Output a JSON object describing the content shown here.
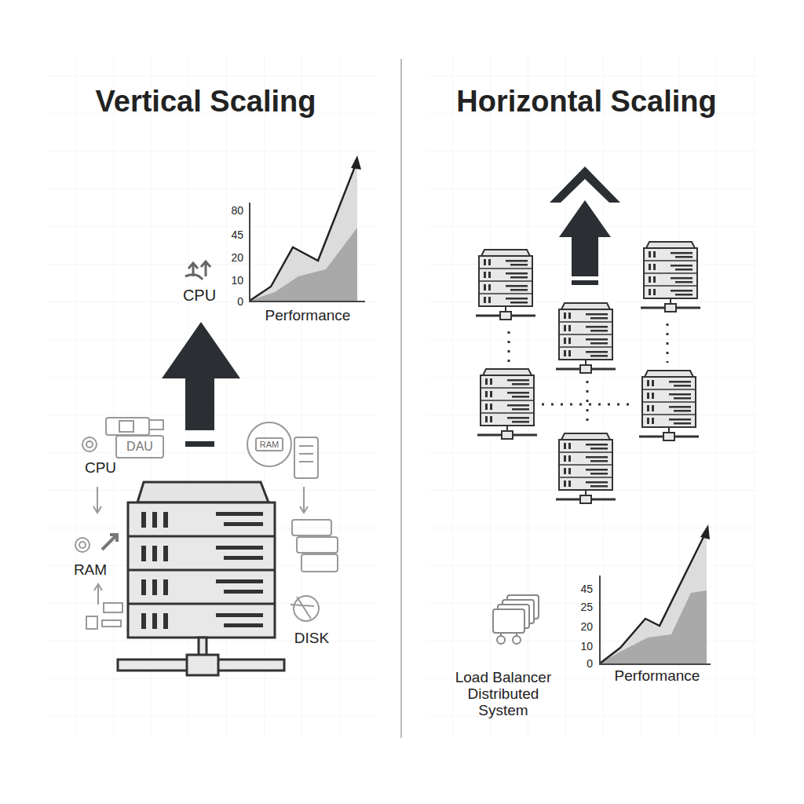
{
  "diagram": {
    "nodes": [
      {
        "text": [
          "Vertical Scaling"
        ]
      },
      {
        "text": [
          "Horizontal Scaling"
        ]
      }
    ],
    "labels": [
      "80",
      "45",
      "20",
      "10",
      "0",
      "CPU",
      "Performance",
      "DAU",
      "RAM",
      "CPU",
      "RAM",
      "DISK",
      "45",
      "25",
      "20",
      "10",
      "0",
      "Load Balancer Distributed System",
      "Performance"
    ]
  }
}
